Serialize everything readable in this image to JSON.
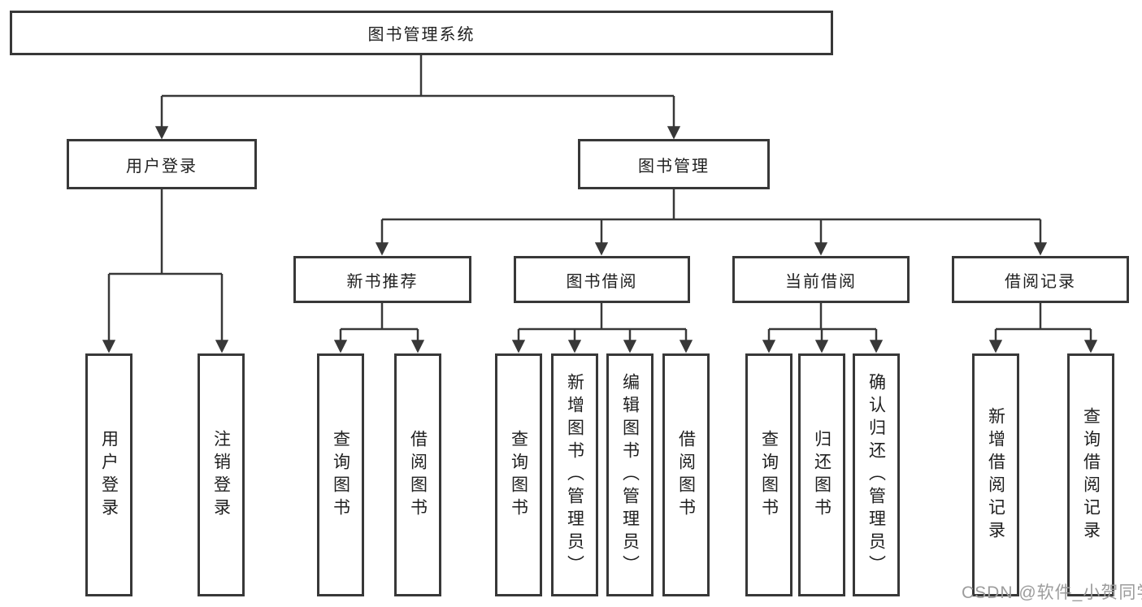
{
  "colors": {
    "line": "#383838",
    "text": "#1f1f1f",
    "watermark": "#9c9c9c",
    "background": "#ffffff"
  },
  "tree": {
    "root": "图书管理系统",
    "branches": [
      {
        "label": "用户登录",
        "children": [
          "用户登录",
          "注销登录"
        ]
      },
      {
        "label": "图书管理",
        "sections": [
          {
            "label": "新书推荐",
            "children": [
              "查询图书",
              "借阅图书"
            ]
          },
          {
            "label": "图书借阅",
            "children": [
              "查询图书",
              "新增图书（管理员）",
              "编辑图书（管理员）",
              "借阅图书"
            ]
          },
          {
            "label": "当前借阅",
            "children": [
              "查询图书",
              "归还图书",
              "确认归还（管理员）"
            ]
          },
          {
            "label": "借阅记录",
            "children": [
              "新增借阅记录",
              "查询借阅记录"
            ]
          }
        ]
      }
    ]
  },
  "watermark": "CSDN @软件_小贺同学"
}
